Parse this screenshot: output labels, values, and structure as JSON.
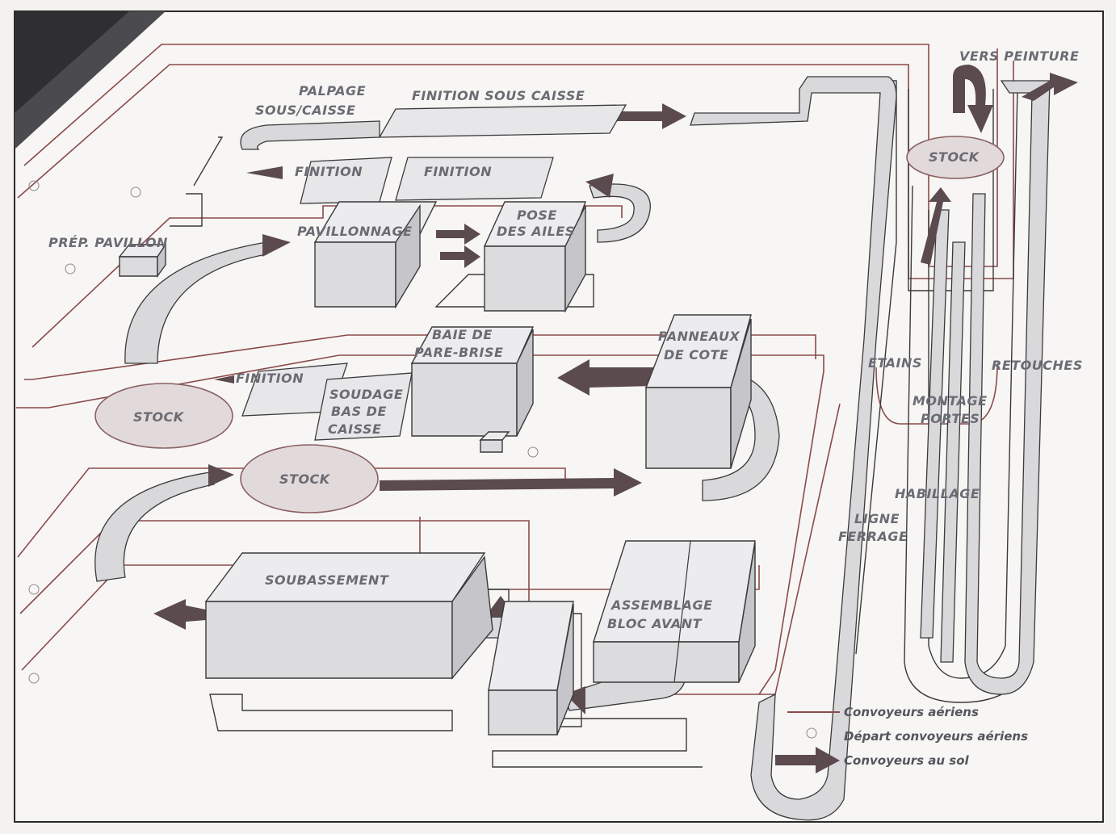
{
  "labels": {
    "palpage": "PALPAGE",
    "sous_caisse": "SOUS/CAISSE",
    "finition_sous_caisse": "FINITION SOUS CAISSE",
    "vers_peinture": "VERS PEINTURE",
    "finition_1": "FINITION",
    "finition_2": "FINITION",
    "finition_3": "FINITION",
    "pose": "POSE",
    "des_ailes": "DES AILES",
    "pavillonnage": "PAVILLONNAGE",
    "prep_pavillon": "PRÉP. PAVILLON",
    "baie_de": "BAIE DE",
    "pare_brise": "PARE-BRISE",
    "panneaux": "PANNEAUX",
    "de_cote": "DE COTE",
    "soudage": "SOUDAGE",
    "bas_de": "BAS DE",
    "caisse": "CAISSE",
    "stock_top": "STOCK",
    "stock_left": "STOCK",
    "stock_mid": "STOCK",
    "etains": "ETAINS",
    "retouches": "RETOUCHES",
    "montage": "MONTAGE",
    "portes": "PORTES",
    "habillage": "HABILLAGE",
    "ligne": "LIGNE",
    "ferrage": "FERRAGE",
    "soubassement": "SOUBASSEMENT",
    "assemblage": "ASSEMBLAGE",
    "bloc_avant": "BLOC AVANT"
  },
  "legend": {
    "aerial": "Convoyeurs aériens",
    "depart": "Départ convoyeurs aériens",
    "ground": "Convoyeurs au sol"
  },
  "colors": {
    "aerial_line": "#8b4a4a",
    "ground_arrow": "#5b4a4e",
    "stock_fill": "#e2dada"
  }
}
